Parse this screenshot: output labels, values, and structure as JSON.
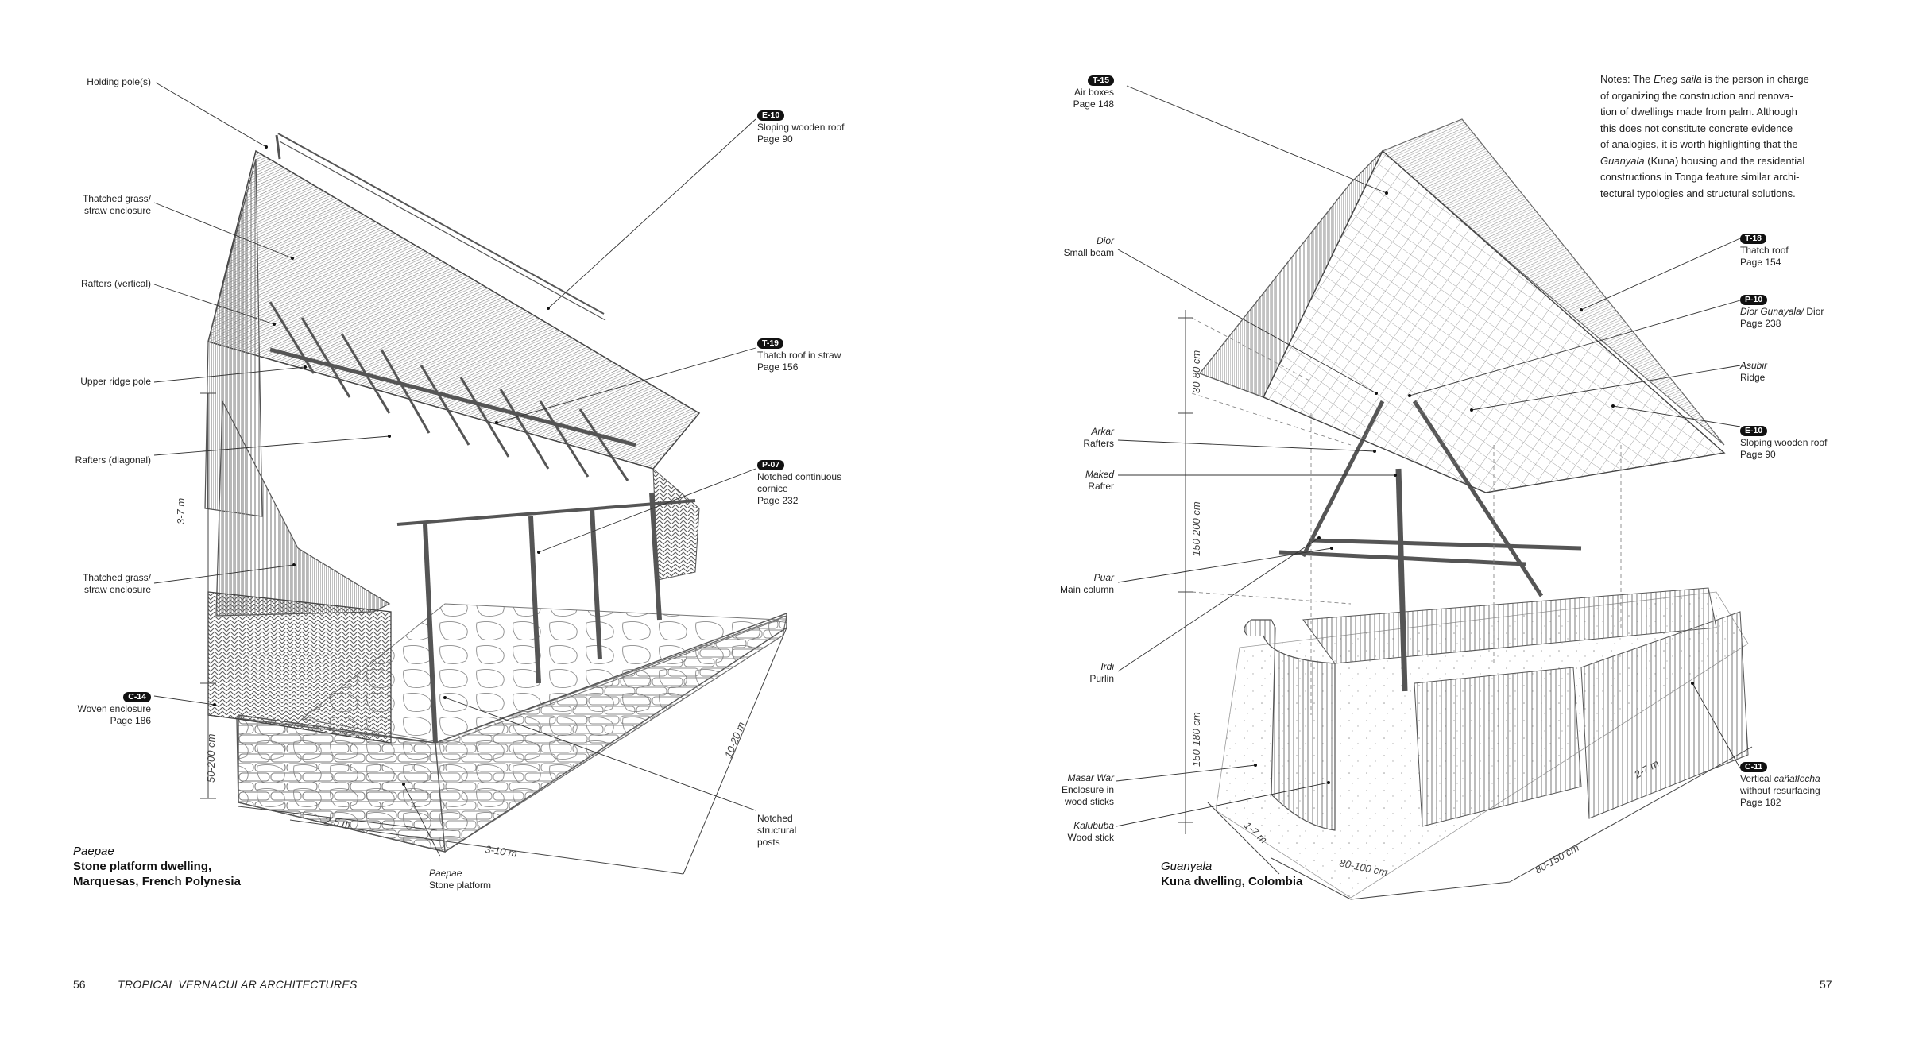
{
  "left_page": {
    "page_number": "56",
    "running_title": "TROPICAL VERNACULAR ARCHITECTURES",
    "caption": {
      "italic": "Paepae",
      "line1": "Stone platform dwelling,",
      "line2": "Marquesas, French Polynesia"
    },
    "dimensions": [
      "3-7 m",
      "50-200 cm",
      "2-5 m",
      "3-10 m",
      "10-20 m"
    ],
    "labels": {
      "holding_pole": "Holding pole(s)",
      "thatched_enclosure_1": [
        "Thatched grass/",
        "straw enclosure"
      ],
      "rafters_vertical": "Rafters (vertical)",
      "upper_ridge_pole": "Upper ridge pole",
      "rafters_diagonal": "Rafters (diagonal)",
      "thatched_enclosure_2": [
        "Thatched grass/",
        "straw enclosure"
      ],
      "woven_enclosure": {
        "badge": "C-14",
        "lines": [
          "Woven enclosure",
          "Page 186"
        ]
      },
      "sloping_roof": {
        "badge": "E-10",
        "lines": [
          "Sloping wooden roof",
          "Page 90"
        ]
      },
      "thatch_straw": {
        "badge": "T-19",
        "lines": [
          "Thatch roof in straw",
          "Page 156"
        ]
      },
      "notched_cornice": {
        "badge": "P-07",
        "lines": [
          "Notched continuous",
          "cornice",
          "Page 232"
        ]
      },
      "notched_posts": [
        "Notched",
        "structural",
        "posts"
      ],
      "paepae_platform": {
        "italic": "Paepae",
        "line": "Stone platform"
      }
    }
  },
  "right_page": {
    "page_number": "57",
    "caption": {
      "italic": "Guanyala",
      "line1": "Kuna dwelling, Colombia"
    },
    "notes": {
      "before": "Notes: The ",
      "eneg": "Eneg saila",
      "middle": " is the person in charge\nof organizing the construction and renova-\ntion of dwellings made from palm. Although\nthis does not constitute concrete evidence\nof analogies, it is worth highlighting that the\n",
      "guanyala": "Guanyala",
      "after": " (Kuna) housing and the residential\nconstructions in Tonga feature similar archi-\ntectural typologies and structural solutions."
    },
    "dimensions": [
      "30-80 cm",
      "150-200 cm",
      "150-180 cm",
      "1-7 m",
      "80-100 cm",
      "80-150 cm",
      "2-7 m"
    ],
    "labels": {
      "air_boxes": {
        "badge": "T-15",
        "lines": [
          "Air boxes",
          "Page 148"
        ]
      },
      "dior": {
        "italic": "Dior",
        "line": "Small beam"
      },
      "arkar": {
        "italic": "Arkar",
        "line": "Rafters"
      },
      "maked": {
        "italic": "Maked",
        "line": "Rafter"
      },
      "puar": {
        "italic": "Puar",
        "line": "Main column"
      },
      "irdi": {
        "italic": "Irdi",
        "line": "Purlin"
      },
      "masar_war": {
        "italic": "Masar War",
        "lines": [
          "Enclosure in",
          "wood sticks"
        ]
      },
      "kalububa": {
        "italic": "Kalububa",
        "line": "Wood stick"
      },
      "thatch_roof": {
        "badge": "T-18",
        "lines": [
          "Thatch roof",
          "Page 154"
        ]
      },
      "dior_gunayala": {
        "badge": "P-10",
        "italic": "Dior Gunayala/",
        "rest": " Dior",
        "line": "Page 238"
      },
      "asubir": {
        "italic": "Asubir",
        "line": "Ridge"
      },
      "sloping_roof": {
        "badge": "E-10",
        "lines": [
          "Sloping wooden roof",
          "Page 90"
        ]
      },
      "vertical_canaflecha": {
        "badge": "C-11",
        "pre": "Vertical ",
        "italic": "cañaflecha",
        "lines": [
          "without resurfacing",
          "Page 182"
        ]
      }
    }
  }
}
